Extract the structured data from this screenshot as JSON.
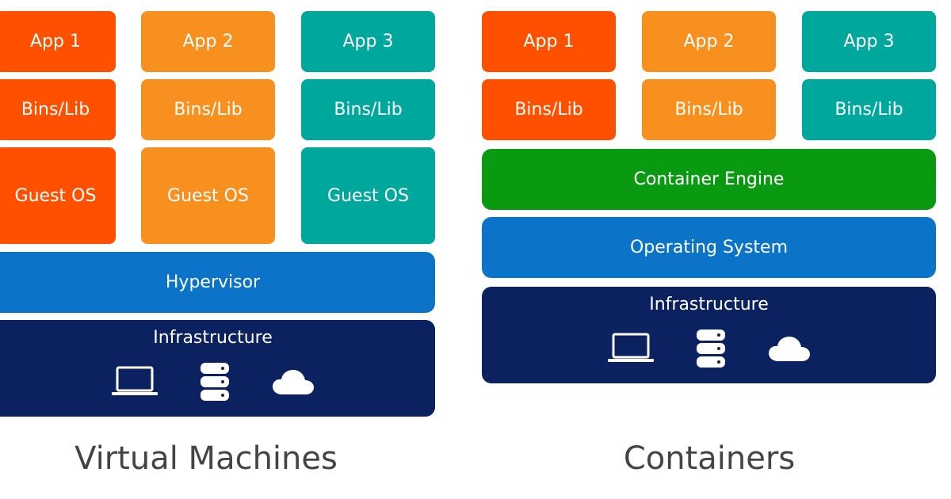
{
  "vm": {
    "apps": [
      "App 1",
      "App 2",
      "App 3"
    ],
    "bins": [
      "Bins/Lib",
      "Bins/Lib",
      "Bins/Lib"
    ],
    "guest_os": [
      "Guest OS",
      "Guest OS",
      "Guest OS"
    ],
    "hypervisor": "Hypervisor",
    "infrastructure": "Infrastructure",
    "caption": "Virtual Machines"
  },
  "containers": {
    "apps": [
      "App 1",
      "App 2",
      "App 3"
    ],
    "bins": [
      "Bins/Lib",
      "Bins/Lib",
      "Bins/Lib"
    ],
    "engine": "Container Engine",
    "os": "Operating System",
    "infrastructure": "Infrastructure",
    "caption": "Containers"
  },
  "icons": [
    "laptop-icon",
    "database-icon",
    "cloud-icon"
  ],
  "colors": {
    "app1": "#ff5000",
    "app2": "#f7901e",
    "app3": "#00a79d",
    "container_engine": "#0a9a12",
    "hypervisor_os": "#0c74c8",
    "infrastructure": "#0b2160",
    "caption_text": "#444444"
  }
}
